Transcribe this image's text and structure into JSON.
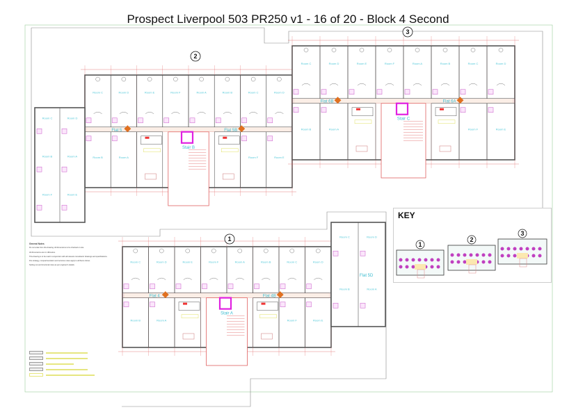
{
  "title": "Prospect Liverpool 503 PR250 v1 - 16 of 20 - Block 4 Second",
  "colors": {
    "wall": "#555555",
    "grid": "#e06060",
    "room_label": "#4fc7d8",
    "riser": "#e020e0",
    "fire_point": "#e07020",
    "bathroom_pod": "#d070d0",
    "kitchen_text": "#e0e060"
  },
  "blocks": [
    {
      "number": "1",
      "flats": [
        "Flat 4",
        "Flat 4B",
        "Flat 5D"
      ],
      "stair": "Stair A",
      "top_rooms": [
        "Room C",
        "Room D",
        "Room E",
        "Room F",
        "Room A",
        "Room B",
        "Room C",
        "Room D"
      ],
      "bottom_rooms": [
        "Room B",
        "Room A",
        "Room F",
        "Room E"
      ],
      "wing_rooms": [
        "Room C",
        "Room D",
        "Room B",
        "Room A"
      ]
    },
    {
      "number": "2",
      "flats": [
        "Flat 5",
        "Flat 5B"
      ],
      "stair": "Stair B",
      "top_rooms": [
        "Room C",
        "Room D",
        "Room E",
        "Room F",
        "Room A",
        "Room B",
        "Room C",
        "Room D"
      ],
      "bottom_rooms": [
        "Room B",
        "Room A",
        "Room F",
        "Room E"
      ],
      "wing_rooms": [
        "Room C",
        "Room D",
        "Room B",
        "Room A",
        "Room F",
        "Room E"
      ]
    },
    {
      "number": "3",
      "flats": [
        "Flat 6B",
        "Flat 6A"
      ],
      "stair": "Stair C",
      "top_rooms": [
        "Room C",
        "Room D",
        "Room E",
        "Room F",
        "Room A",
        "Room B",
        "Room C",
        "Room D"
      ],
      "bottom_rooms": [
        "Room B",
        "Room A",
        "Room F",
        "Room E"
      ]
    }
  ],
  "notes": {
    "heading": "General Notes",
    "paragraphs": [
      "Do not scale from this drawing. All dimensions to be checked on site.",
      "All dimensions are in millimetres.",
      "This drawing is to be read in conjunction with all relevant consultants' drawings and specifications.",
      "Fire strategy, compartmentation and services notes apply to all floors shown.",
      "Setting out and structural notes as per engineer's details."
    ]
  },
  "key": {
    "title": "KEY",
    "block_numbers": [
      "1",
      "2",
      "3"
    ]
  }
}
